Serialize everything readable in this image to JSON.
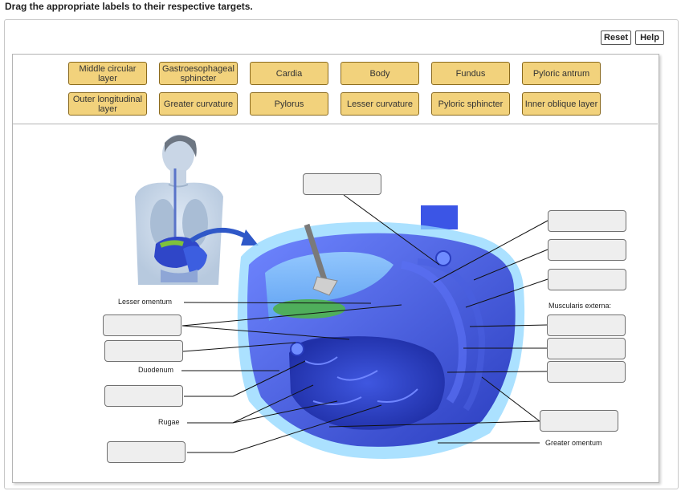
{
  "instruction": "Drag the appropriate labels to their respective targets.",
  "buttons": {
    "reset": "Reset",
    "help": "Help"
  },
  "label_bank": [
    [
      "Middle circular layer",
      "Gastroesophageal sphincter",
      "Cardia",
      "Body",
      "Fundus",
      "Pyloric antrum"
    ],
    [
      "Outer longitudinal layer",
      "Greater curvature",
      "Pylorus",
      "Lesser curvature",
      "Pyloric sphincter",
      "Inner oblique layer"
    ]
  ],
  "fixed_labels": {
    "lesser_omentum": "Lesser omentum",
    "duodenum": "Duodenum",
    "rugae": "Rugae",
    "muscularis_externa": "Muscularis externa:",
    "greater_omentum": "Greater omentum"
  }
}
